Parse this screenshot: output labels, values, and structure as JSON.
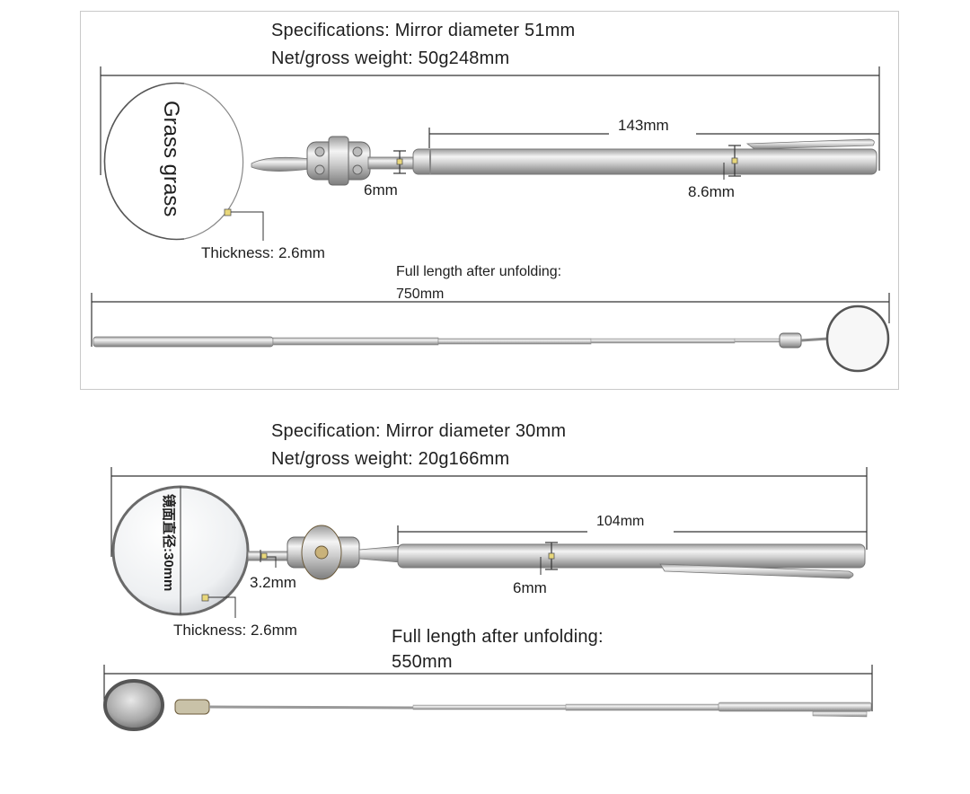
{
  "top": {
    "spec_line1": "Specifications: Mirror diameter 51mm",
    "spec_line2": "Net/gross weight: 50g248mm",
    "mirror_text": "Grass grass",
    "handle_length": "143mm",
    "neck_diameter": "6mm",
    "handle_diameter": "8.6mm",
    "thickness": "Thickness: 2.6mm",
    "unfold_line1": "Full length after unfolding:",
    "unfold_line2": "750mm"
  },
  "bottom": {
    "spec_line1": "Specification: Mirror diameter 30mm",
    "spec_line2": "Net/gross weight: 20g166mm",
    "mirror_text": "镜面直径:30mm",
    "handle_length": "104mm",
    "neck_diameter": "3.2mm",
    "handle_diameter": "6mm",
    "thickness": "Thickness: 2.6mm",
    "unfold_line1": "Full length after unfolding:",
    "unfold_line2": "550mm"
  },
  "colors": {
    "steel_light": "#eeeeee",
    "steel_dark": "#8a8a8a",
    "marker": "#e8d77a",
    "line": "#333333"
  }
}
